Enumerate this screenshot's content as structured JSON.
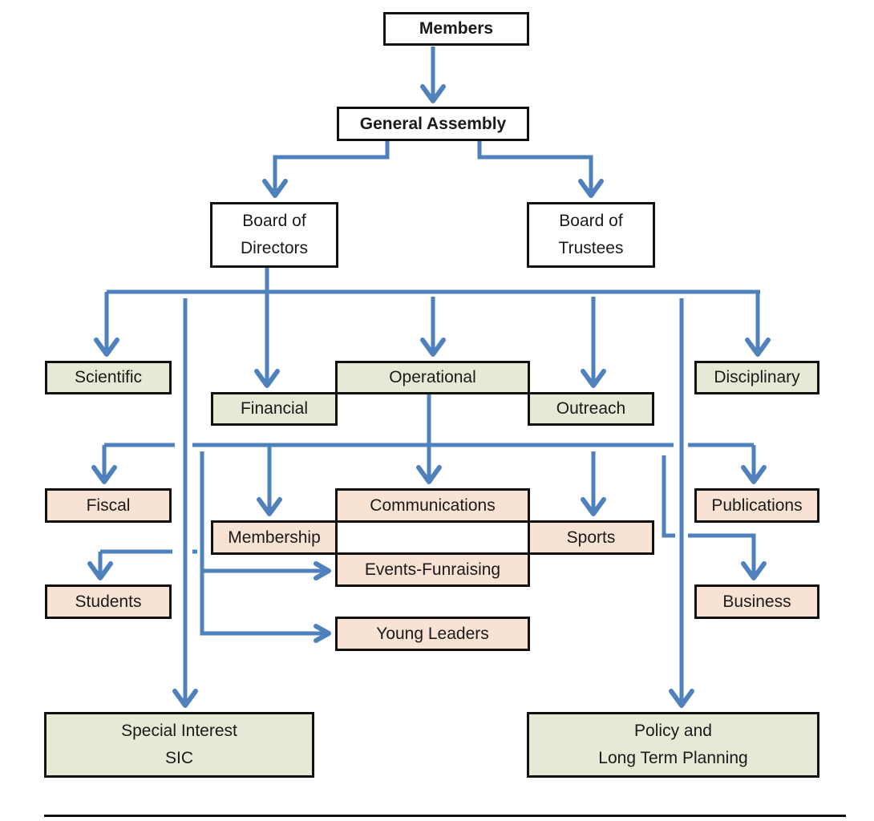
{
  "diagram": {
    "type": "organizational-chart",
    "colors": {
      "connector": "#4f81bd",
      "green_fill": "#e4ead6",
      "peach_fill": "#f8e2d4",
      "white_fill": "#ffffff",
      "border": "#111111"
    },
    "nodes": {
      "members": {
        "label": "Members"
      },
      "general_assembly": {
        "label": "General Assembly"
      },
      "board_directors": {
        "line1": "Board of",
        "line2": "Directors"
      },
      "board_trustees": {
        "line1": "Board of",
        "line2": "Trustees"
      },
      "scientific": {
        "label": "Scientific"
      },
      "operational": {
        "label": "Operational"
      },
      "financial": {
        "label": "Financial"
      },
      "outreach": {
        "label": "Outreach"
      },
      "disciplinary": {
        "label": "Disciplinary"
      },
      "fiscal": {
        "label": "Fiscal"
      },
      "communications": {
        "label": "Communications"
      },
      "publications": {
        "label": "Publications"
      },
      "membership": {
        "label": "Membership"
      },
      "sports": {
        "label": "Sports"
      },
      "events_fundraising": {
        "label": "Events-Funraising"
      },
      "students": {
        "label": "Students"
      },
      "business": {
        "label": "Business"
      },
      "young_leaders": {
        "label": "Young Leaders"
      },
      "special_interest": {
        "line1": "Special Interest",
        "line2": "SIC"
      },
      "policy_planning": {
        "line1": "Policy and",
        "line2": "Long Term Planning"
      }
    },
    "edges": [
      [
        "Members",
        "General Assembly"
      ],
      [
        "General Assembly",
        "Board of Directors"
      ],
      [
        "General Assembly",
        "Board of Trustees"
      ],
      [
        "Board of Directors",
        "Scientific"
      ],
      [
        "Board of Directors",
        "Financial"
      ],
      [
        "Board of Directors",
        "Operational"
      ],
      [
        "Board of Directors",
        "Outreach"
      ],
      [
        "Board of Directors",
        "Disciplinary"
      ],
      [
        "Board of Directors",
        "Special Interest SIC"
      ],
      [
        "Board of Directors",
        "Policy and Long Term Planning"
      ],
      [
        "Operational",
        "Fiscal"
      ],
      [
        "Operational",
        "Membership"
      ],
      [
        "Operational",
        "Communications"
      ],
      [
        "Operational",
        "Sports"
      ],
      [
        "Operational",
        "Publications"
      ],
      [
        "Operational",
        "Students"
      ],
      [
        "Operational",
        "Business"
      ],
      [
        "Operational",
        "Events-Funraising"
      ],
      [
        "Operational",
        "Young Leaders"
      ]
    ]
  }
}
